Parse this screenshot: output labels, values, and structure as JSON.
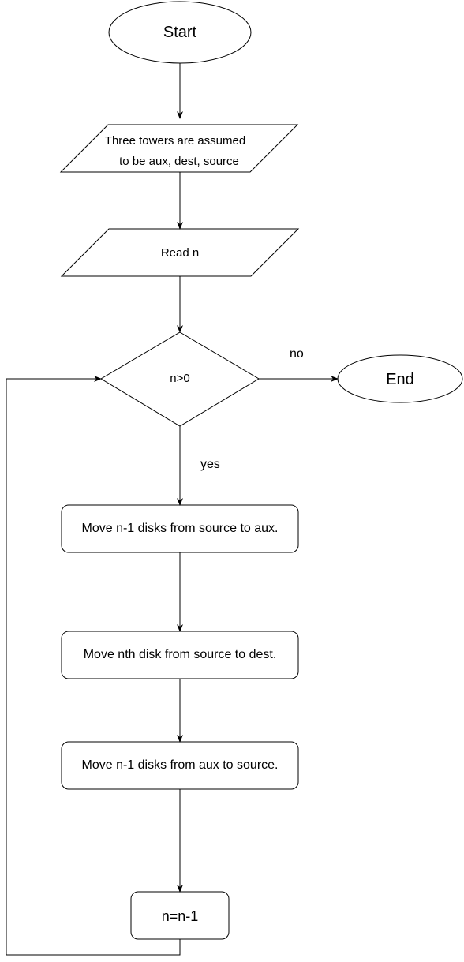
{
  "diagram": {
    "nodes": {
      "start": "Start",
      "towers_line1": "Three towers are assumed",
      "towers_line2": "to be aux, dest, source",
      "read_n": "Read n",
      "decision": "n>0",
      "end": "End",
      "move1": "Move n-1 disks from source to aux.",
      "move2": "Move nth disk from source to dest.",
      "move3": "Move n-1 disks from aux to source.",
      "decrement": "n=n-1"
    },
    "edges": {
      "no_label": "no",
      "yes_label": "yes"
    }
  }
}
